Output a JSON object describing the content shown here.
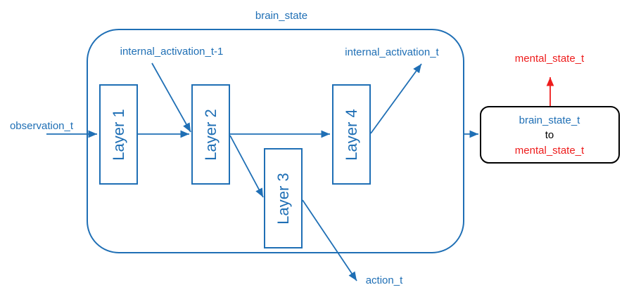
{
  "labels": {
    "brain_state": "brain_state",
    "internal_activation_prev": "internal_activation_t-1",
    "internal_activation_t": "internal_activation_t",
    "observation": "observation_t",
    "action": "action_t",
    "mental_state": "mental_state_t"
  },
  "layers": {
    "layer1": "Layer 1",
    "layer2": "Layer 2",
    "layer3": "Layer 3",
    "layer4": "Layer 4"
  },
  "mapping_box": {
    "from": "brain_state_t",
    "connector": "to",
    "to": "mental_state_t"
  },
  "colors": {
    "primary": "#1f6fb5",
    "highlight": "#ee1c1c",
    "text_dark": "#000000",
    "box_border": "#000000"
  }
}
